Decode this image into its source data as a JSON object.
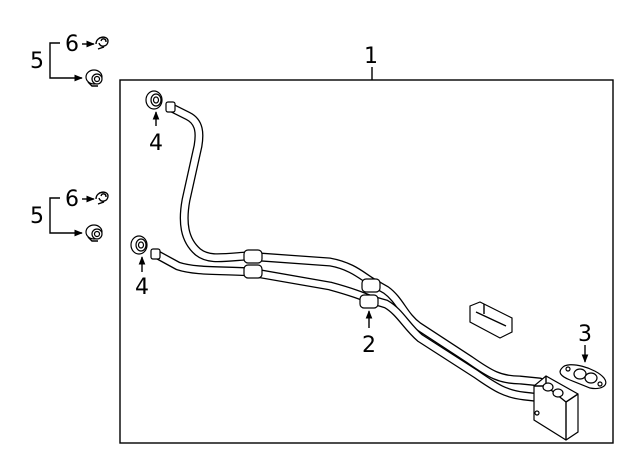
{
  "callouts": {
    "assembly": "1",
    "cooler_line": "2",
    "gasket": "3",
    "upper_grommet": "4",
    "lower_grommet": "4",
    "upper_group": "5",
    "upper_clip": "6",
    "lower_group": "5",
    "lower_clip": "6"
  }
}
